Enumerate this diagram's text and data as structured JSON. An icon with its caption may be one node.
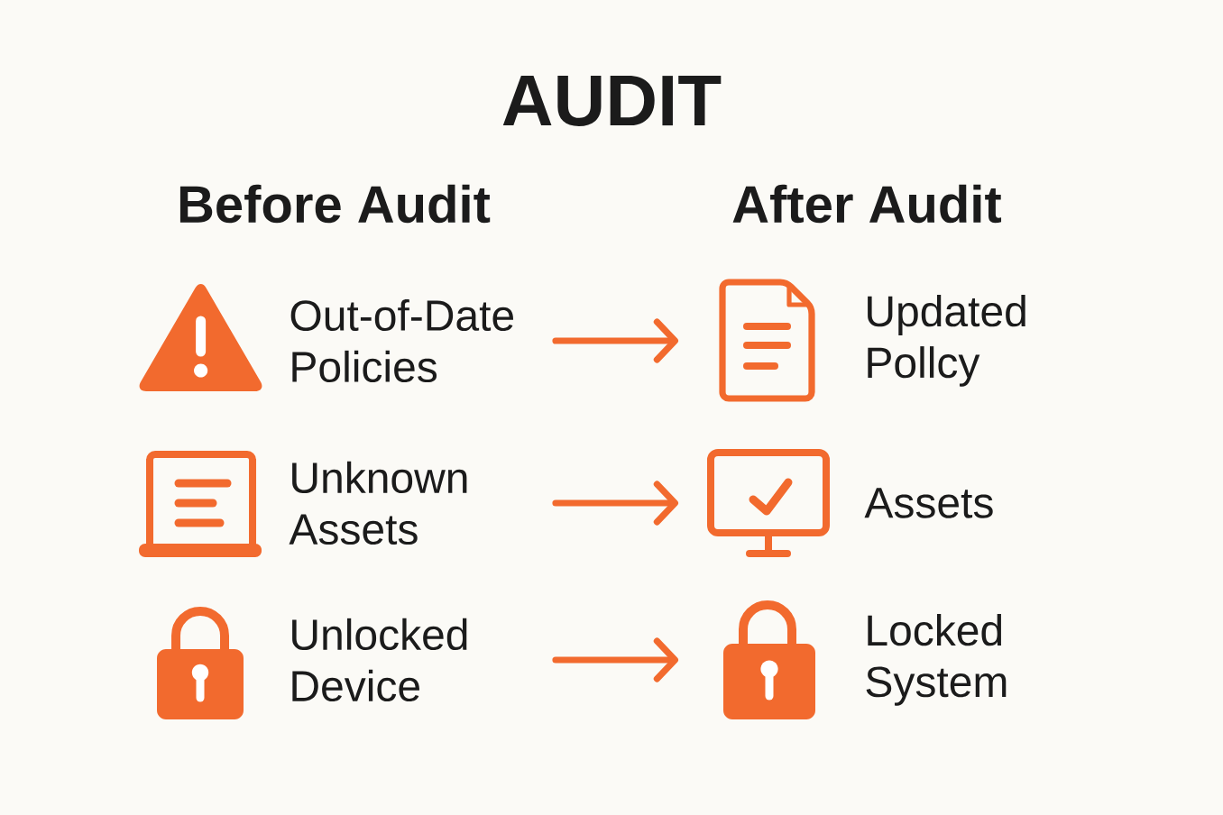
{
  "diagram": {
    "title": "AUDIT",
    "nodes": [
      {
        "text": [
          "Out-of-Date Policies"
        ]
      },
      {
        "text": [],
        "shape": "picture",
        "beside": [
          "Updated Pollcy"
        ]
      },
      {
        "text": [
          "Unknown Assets"
        ]
      },
      {
        "text": [],
        "shape": "picture",
        "beside": [
          "Assets"
        ]
      },
      {
        "text": [
          "Unlocked Device"
        ]
      },
      {
        "text": [],
        "shape": "picture",
        "beside": [
          "Locked System"
        ]
      }
    ],
    "edges": [
      {
        "from": 0,
        "to": 1,
        "arrow": "to"
      },
      {
        "from": 2,
        "to": 3,
        "arrow": "to"
      },
      {
        "from": 4,
        "to": 5,
        "arrow": "to"
      }
    ],
    "labels": [
      "Before Audit",
      "After Audit"
    ]
  }
}
